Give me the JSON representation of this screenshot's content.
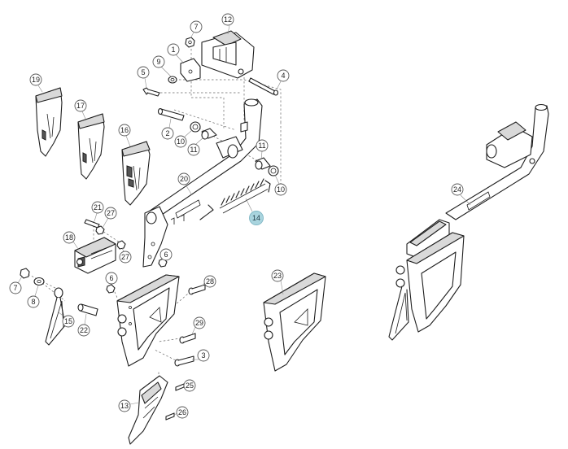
{
  "callouts": [
    {
      "id": "c1",
      "label": "1"
    },
    {
      "id": "c2",
      "label": "2"
    },
    {
      "id": "c3",
      "label": "3"
    },
    {
      "id": "c4",
      "label": "4"
    },
    {
      "id": "c5",
      "label": "5"
    },
    {
      "id": "c6a",
      "label": "6"
    },
    {
      "id": "c6b",
      "label": "6"
    },
    {
      "id": "c7a",
      "label": "7"
    },
    {
      "id": "c7b",
      "label": "7"
    },
    {
      "id": "c8",
      "label": "8"
    },
    {
      "id": "c9",
      "label": "9"
    },
    {
      "id": "c10a",
      "label": "10"
    },
    {
      "id": "c10b",
      "label": "10"
    },
    {
      "id": "c11a",
      "label": "11"
    },
    {
      "id": "c11b",
      "label": "11"
    },
    {
      "id": "c12",
      "label": "12"
    },
    {
      "id": "c13",
      "label": "13"
    },
    {
      "id": "c14",
      "label": "14",
      "highlight": true
    },
    {
      "id": "c15",
      "label": "15"
    },
    {
      "id": "c16",
      "label": "16"
    },
    {
      "id": "c17",
      "label": "17"
    },
    {
      "id": "c18",
      "label": "18"
    },
    {
      "id": "c19",
      "label": "19"
    },
    {
      "id": "c20",
      "label": "20"
    },
    {
      "id": "c21",
      "label": "21"
    },
    {
      "id": "c22",
      "label": "22"
    },
    {
      "id": "c23",
      "label": "23"
    },
    {
      "id": "c24",
      "label": "24"
    },
    {
      "id": "c25",
      "label": "25"
    },
    {
      "id": "c26",
      "label": "26"
    },
    {
      "id": "c27a",
      "label": "27"
    },
    {
      "id": "c27b",
      "label": "27"
    },
    {
      "id": "c28",
      "label": "28"
    },
    {
      "id": "c29",
      "label": "29"
    }
  ],
  "colors": {
    "highlight": "#a9d4de",
    "line": "#1e1e1e"
  }
}
